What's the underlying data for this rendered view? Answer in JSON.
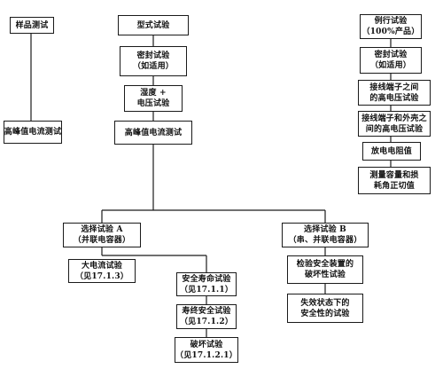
{
  "diagram": {
    "nodes": {
      "sample_test": [
        "样品测试"
      ],
      "sample_peak_current": [
        "高峰值电流测试"
      ],
      "type_test": [
        "型式试验"
      ],
      "seal_test_type": [
        "密封试验",
        "（如适用）"
      ],
      "humidity_voltage": [
        "湿度 +",
        "电压试验"
      ],
      "type_peak_current": [
        "高峰值电流测试"
      ],
      "routine_test": [
        "例行试验",
        "（100%产品）"
      ],
      "seal_test_routine": [
        "密封试验",
        "（如适用）"
      ],
      "hv_between_terminals": [
        "接线端子之间",
        "的高电压试验"
      ],
      "hv_terminals_case": [
        "接线端子和外壳之",
        "间的高电压试验"
      ],
      "discharge_resistor": [
        "放电电阻值"
      ],
      "capacitance_loss": [
        "测量容量和损",
        "耗角正切值"
      ],
      "option_a": [
        "选择试验 A",
        "（并联电容器）"
      ],
      "option_b": [
        "选择试验 B",
        "（串、并联电容器）"
      ],
      "high_current_test": [
        "大电流试验",
        "（见17.1.3）"
      ],
      "safety_life_test": [
        "安全寿命试验",
        "（见17.1.1）"
      ],
      "end_of_life_safety": [
        "寿终安全试验",
        "（见17.1.2）"
      ],
      "destruction_test": [
        "破坏试验",
        "（见17.1.2.1）"
      ],
      "safety_device_test": [
        "检验安全装置的",
        "破坏性试验"
      ],
      "failure_state_safety": [
        "失效状态下的",
        "安全性的试验"
      ]
    }
  }
}
